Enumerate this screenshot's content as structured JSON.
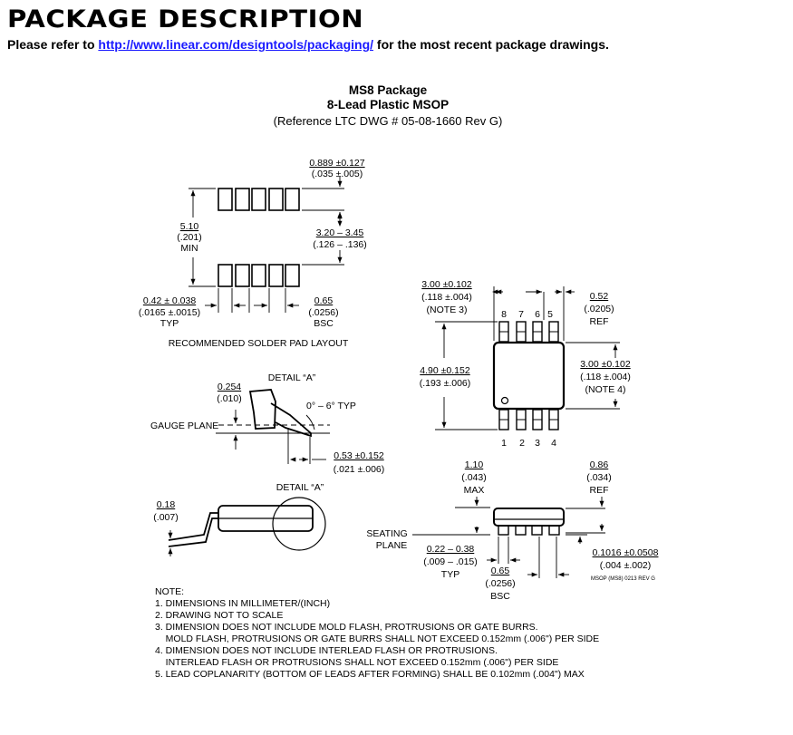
{
  "header": {
    "title": "PACKAGE DESCRIPTION",
    "refer_prefix": "Please refer to",
    "refer_link": "http://www.linear.com/designtools/packaging/",
    "refer_suffix": "for the most recent package drawings."
  },
  "package": {
    "name": "MS8 Package",
    "type": "8-Lead Plastic MSOP",
    "reference": "(Reference LTC DWG # 05-08-1660 Rev G)"
  },
  "solder_pad": {
    "caption": "RECOMMENDED SOLDER PAD LAYOUT",
    "dim_pad_length": [
      "0.889 ±0.127",
      "(.035 ±.005)"
    ],
    "dim_total_width": [
      "5.10",
      "(.201)",
      "MIN"
    ],
    "dim_inner": [
      "3.20 – 3.45",
      "(.126 – .136)"
    ],
    "dim_pad_width": [
      "0.42 ± 0.038",
      "(.0165 ±.0015)",
      "TYP"
    ],
    "dim_pitch": [
      "0.65",
      "(.0256)",
      "BSC"
    ]
  },
  "detail_a": {
    "label": "DETAIL “A”",
    "dim_gauge": [
      "0.254",
      "(.010)"
    ],
    "angle": "0° – 6° TYP",
    "gauge_plane": "GAUGE PLANE",
    "dim_foot": [
      "0.53 ±0.152",
      "(.021 ±.006)"
    ]
  },
  "side_view": {
    "detail_label": "DETAIL “A”",
    "dim_lead_thickness": [
      "0.18",
      "(.007)"
    ]
  },
  "top_view": {
    "dim_body_width": [
      "3.00 ±0.102",
      "(.118 ±.004)",
      "(NOTE 3)"
    ],
    "dim_lead_width": [
      "0.52",
      "(.0205)",
      "REF"
    ],
    "dim_total_length": [
      "4.90 ±0.152",
      "(.193 ±.006)"
    ],
    "dim_body_length": [
      "3.00 ±0.102",
      "(.118 ±.004)",
      "(NOTE 4)"
    ],
    "pins_top": [
      "8",
      "7",
      "6",
      "5"
    ],
    "pins_bottom": [
      "1",
      "2",
      "3",
      "4"
    ]
  },
  "front_view": {
    "dim_height": [
      "1.10",
      "(.043)",
      "MAX"
    ],
    "dim_body_height": [
      "0.86",
      "(.034)",
      "REF"
    ],
    "seating_plane": [
      "SEATING",
      "PLANE"
    ],
    "dim_lead_width": [
      "0.22 – 0.38",
      "(.009 – .015)",
      "TYP"
    ],
    "dim_pitch": [
      "0.65",
      "(.0256)",
      "BSC"
    ],
    "dim_standoff": [
      "0.1016 ±0.0508",
      "(.004 ±.002)"
    ],
    "drawing_code": "MSOP (MS8) 0213 REV G"
  },
  "notes": {
    "heading": "NOTE:",
    "items": [
      "1. DIMENSIONS IN MILLIMETER/(INCH)",
      "2. DRAWING NOT TO SCALE",
      "3. DIMENSION DOES NOT INCLUDE MOLD FLASH, PROTRUSIONS OR GATE BURRS.",
      "    MOLD FLASH, PROTRUSIONS OR GATE BURRS SHALL NOT EXCEED 0.152mm (.006\") PER SIDE",
      "4. DIMENSION DOES NOT INCLUDE INTERLEAD FLASH OR PROTRUSIONS.",
      "    INTERLEAD FLASH OR PROTRUSIONS SHALL NOT EXCEED 0.152mm (.006\") PER SIDE",
      "5. LEAD COPLANARITY (BOTTOM OF LEADS AFTER FORMING) SHALL BE 0.102mm (.004\") MAX"
    ]
  }
}
